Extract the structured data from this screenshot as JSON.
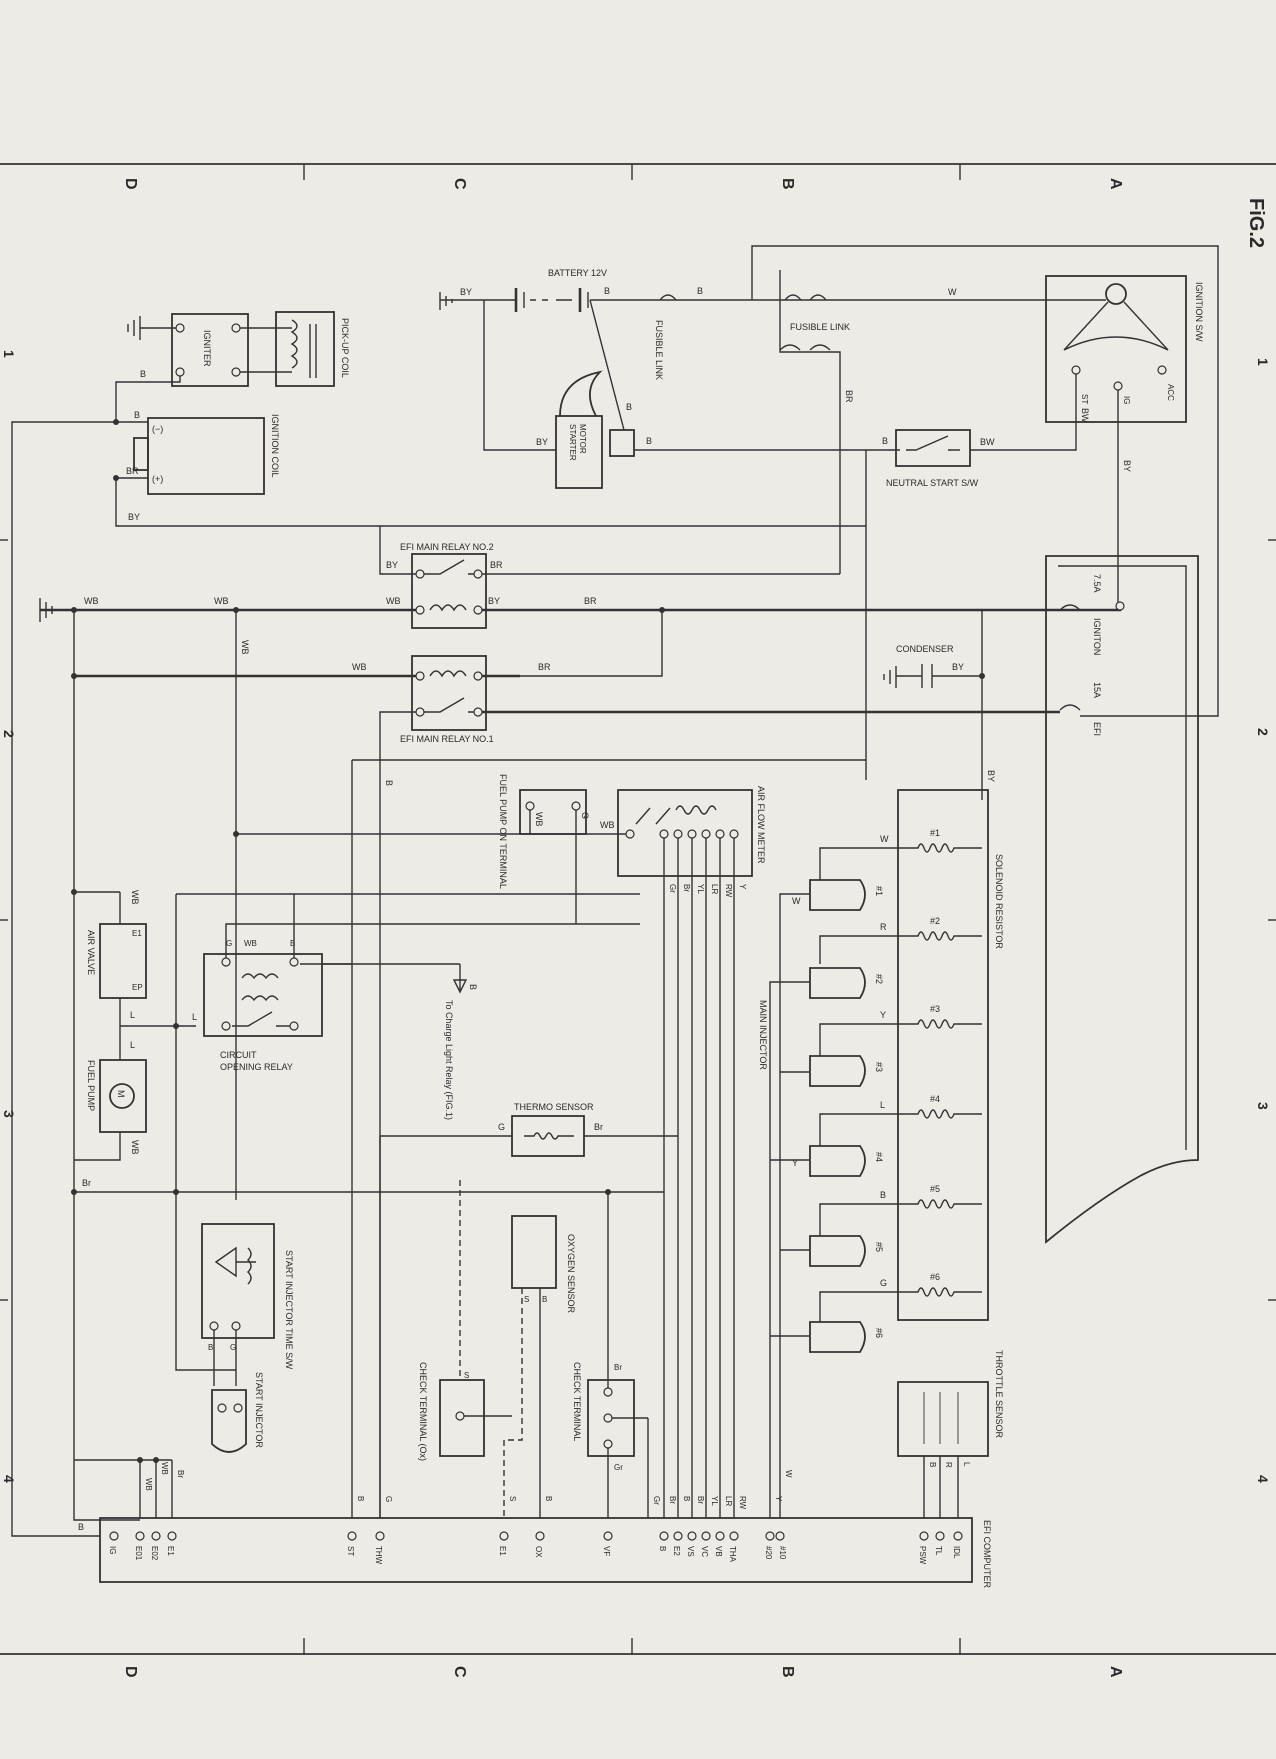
{
  "figure": "FiG.2",
  "zones": {
    "top": [
      "D",
      "C",
      "B",
      "A"
    ],
    "bottom": [
      "D",
      "C",
      "B",
      "A"
    ],
    "left": [
      "1",
      "2",
      "3",
      "4"
    ],
    "right": [
      "1",
      "2",
      "3",
      "4"
    ]
  },
  "components": {
    "ignition_sw": "IGNITION S/W",
    "ign_acc": "ACC",
    "ign_ig": "IG",
    "ign_st": "ST",
    "battery": "BATTERY 12V",
    "fusible_link_1": "FUSIBLE LINK",
    "fusible_link_2": "FUSIBLE LINK",
    "starter_motor": "STARTER MOTOR",
    "neutral_start": "NEUTRAL START S/W",
    "pickup_coil": "PICK-UP COIL",
    "igniter": "IGNITER",
    "ignition_coil": "IGNITION COIL",
    "coil_minus": "(−)",
    "coil_plus": "(+)",
    "efi_relay_2": "EFI MAIN RELAY NO.2",
    "efi_relay_1": "EFI MAIN RELAY NO.1",
    "fuse_ign_rating": "7.5A",
    "fuse_ign_name": "IGNITON",
    "fuse_efi_rating": "15A",
    "fuse_efi_name": "EFI",
    "condenser": "CONDENSER",
    "fuel_pump_terminal": "FUEL PUMP ON TERMINAL",
    "air_flow_meter": "AIR FLOW METER",
    "solenoid_resistor": "SOLENOID RESISTOR",
    "main_injector": "MAIN INJECTOR",
    "air_valve": "AIR VALVE",
    "air_valve_e1": "E1",
    "air_valve_ep": "EP",
    "circuit_opening_relay": "CIRCUIT OPENING RELAY",
    "fuel_pump": "FUEL PUMP",
    "fuel_pump_m": "M",
    "charge_note": "To Charge Light Relay (FIG.1)",
    "thermo_sensor": "THERMO SENSOR",
    "oxygen_sensor": "OXYGEN SENSOR",
    "check_terminal": "CHECK TERMINAL",
    "check_terminal_ox": "CHECK TERMINAL (Ox)",
    "start_injector_time_sw": "START INJECTOR TIME S/W",
    "start_injector": "START INJECTOR",
    "throttle_sensor": "THROTTLE SENSOR",
    "efi_computer": "EFI COMPUTER"
  },
  "resistors": [
    "#1",
    "#2",
    "#3",
    "#4",
    "#5",
    "#6"
  ],
  "resistor_wires": [
    "W",
    "R",
    "Y",
    "L",
    "B",
    "G"
  ],
  "injectors": [
    "#1",
    "#2",
    "#3",
    "#4",
    "#5",
    "#6"
  ],
  "computer_terminals": [
    "IG",
    "E01",
    "E02",
    "E1",
    "ST",
    "THW",
    "E1",
    "OX",
    "VF",
    "B",
    "E2",
    "VS",
    "VC",
    "VB",
    "THA",
    "#20",
    "#10",
    "PSW",
    "TL",
    "IDL"
  ],
  "computer_terminal_wires": [
    "B",
    "WB",
    "WB",
    "Br",
    "B",
    "G",
    "S",
    "B",
    "Gr",
    "Br",
    "B",
    "Br",
    "YL",
    "LR",
    "RW",
    "Y",
    "Y",
    "W",
    "B",
    "R",
    "L"
  ],
  "afm_wires": [
    "WB",
    "Gr",
    "Br",
    "YL",
    "LR",
    "RW",
    "Y"
  ],
  "throttle_wires": [
    "B",
    "R",
    "L"
  ],
  "wire_labels": {
    "w_top": "W",
    "by_ign": "BY",
    "bw": "BW",
    "b": "B",
    "br": "BR",
    "by": "BY",
    "wb": "WB",
    "g": "G",
    "l": "L",
    "br_small": "Br",
    "s": "S",
    "gr": "Gr",
    "y": "Y"
  }
}
